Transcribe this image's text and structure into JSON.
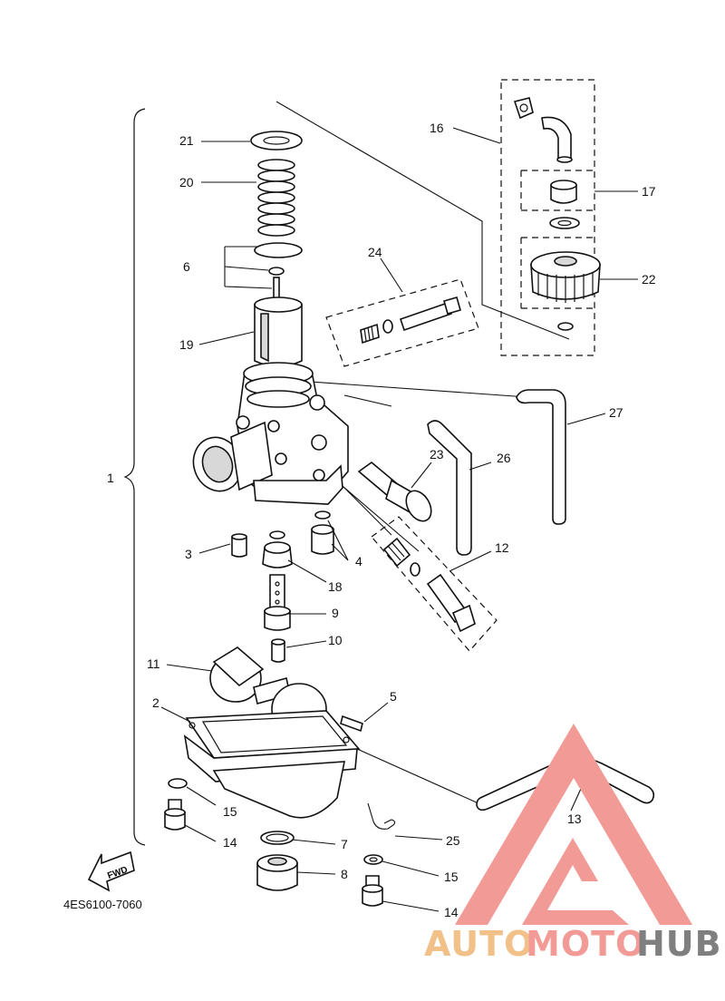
{
  "diagram_code": "4ES6100-7060",
  "fwd_label": "FWD",
  "watermark": {
    "part1": "AUTO",
    "part2": "MOTO",
    "part3": "HUB",
    "color_orange": "#f2c18a",
    "color_red": "#f29a96",
    "color_gray": "#7f7f7f"
  },
  "callouts": {
    "n1": "1",
    "n2": "2",
    "n3": "3",
    "n4": "4",
    "n5": "5",
    "n6": "6",
    "n7": "7",
    "n8": "8",
    "n9": "9",
    "n10": "10",
    "n11": "11",
    "n12": "12",
    "n13": "13",
    "n14a": "14",
    "n14b": "14",
    "n15a": "15",
    "n15b": "15",
    "n16": "16",
    "n17": "17",
    "n18": "18",
    "n19": "19",
    "n20": "20",
    "n21": "21",
    "n22": "22",
    "n23": "23",
    "n24": "24",
    "n25": "25",
    "n26": "26",
    "n27": "27"
  }
}
